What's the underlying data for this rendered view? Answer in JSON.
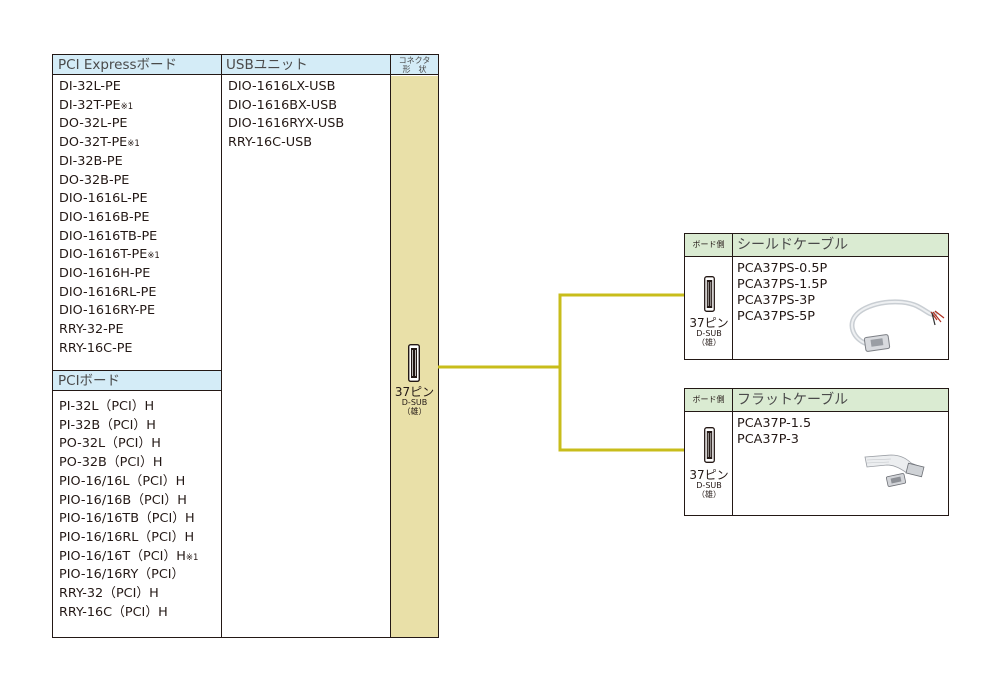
{
  "main_table": {
    "col_pcie_header": "PCI Expressボード",
    "col_usb_header": "USBユニット",
    "col_conn_header_line1": "コネクタ",
    "col_conn_header_line2": "形　状",
    "pcie_items": [
      {
        "name": "DI-32L-PE",
        "note": ""
      },
      {
        "name": "DI-32T-PE",
        "note": "※1"
      },
      {
        "name": "DO-32L-PE",
        "note": ""
      },
      {
        "name": "DO-32T-PE",
        "note": "※1"
      },
      {
        "name": "DI-32B-PE",
        "note": ""
      },
      {
        "name": "DO-32B-PE",
        "note": ""
      },
      {
        "name": "DIO-1616L-PE",
        "note": ""
      },
      {
        "name": "DIO-1616B-PE",
        "note": ""
      },
      {
        "name": "DIO-1616TB-PE",
        "note": ""
      },
      {
        "name": "DIO-1616T-PE",
        "note": "※1"
      },
      {
        "name": "DIO-1616H-PE",
        "note": ""
      },
      {
        "name": "DIO-1616RL-PE",
        "note": ""
      },
      {
        "name": "DIO-1616RY-PE",
        "note": ""
      },
      {
        "name": "RRY-32-PE",
        "note": ""
      },
      {
        "name": "RRY-16C-PE",
        "note": ""
      }
    ],
    "pci_header": "PCIボード",
    "pci_items": [
      {
        "name": "PI-32L（PCI）H",
        "note": ""
      },
      {
        "name": "PI-32B（PCI）H",
        "note": ""
      },
      {
        "name": "PO-32L（PCI）H",
        "note": ""
      },
      {
        "name": "PO-32B（PCI）H",
        "note": ""
      },
      {
        "name": "PIO-16/16L（PCI）H",
        "note": ""
      },
      {
        "name": "PIO-16/16B（PCI）H",
        "note": ""
      },
      {
        "name": "PIO-16/16TB（PCI）H",
        "note": ""
      },
      {
        "name": "PIO-16/16RL（PCI）H",
        "note": ""
      },
      {
        "name": "PIO-16/16T（PCI）H",
        "note": "※1"
      },
      {
        "name": "PIO-16/16RY（PCI）",
        "note": ""
      },
      {
        "name": "RRY-32（PCI）H",
        "note": ""
      },
      {
        "name": "RRY-16C（PCI）H",
        "note": ""
      }
    ],
    "usb_items": [
      "DIO-1616LX-USB",
      "DIO-1616BX-USB",
      "DIO-1616RYX-USB",
      "RRY-16C-USB"
    ],
    "connector": {
      "line1": "37ピン",
      "line2": "D-SUB",
      "line3": "（雄）"
    }
  },
  "cable_groups": [
    {
      "board_side": "ボード側",
      "title": "シールドケーブル",
      "connector": {
        "line1": "37ピン",
        "line2": "D-SUB",
        "line3": "（雄）"
      },
      "items": [
        "PCA37PS-0.5P",
        "PCA37PS-1.5P",
        "PCA37PS-3P",
        "PCA37PS-5P"
      ]
    },
    {
      "board_side": "ボード側",
      "title": "フラットケーブル",
      "connector": {
        "line1": "37ピン",
        "line2": "D-SUB",
        "line3": "（雄）"
      },
      "items": [
        "PCA37P-1.5",
        "PCA37P-3"
      ]
    }
  ],
  "colors": {
    "header_blue": "#d4ecf7",
    "connector_yellow": "#e9e0a8",
    "cable_header_green": "#daebd2",
    "link_line": "#c8bd1b",
    "border": "#231815"
  }
}
